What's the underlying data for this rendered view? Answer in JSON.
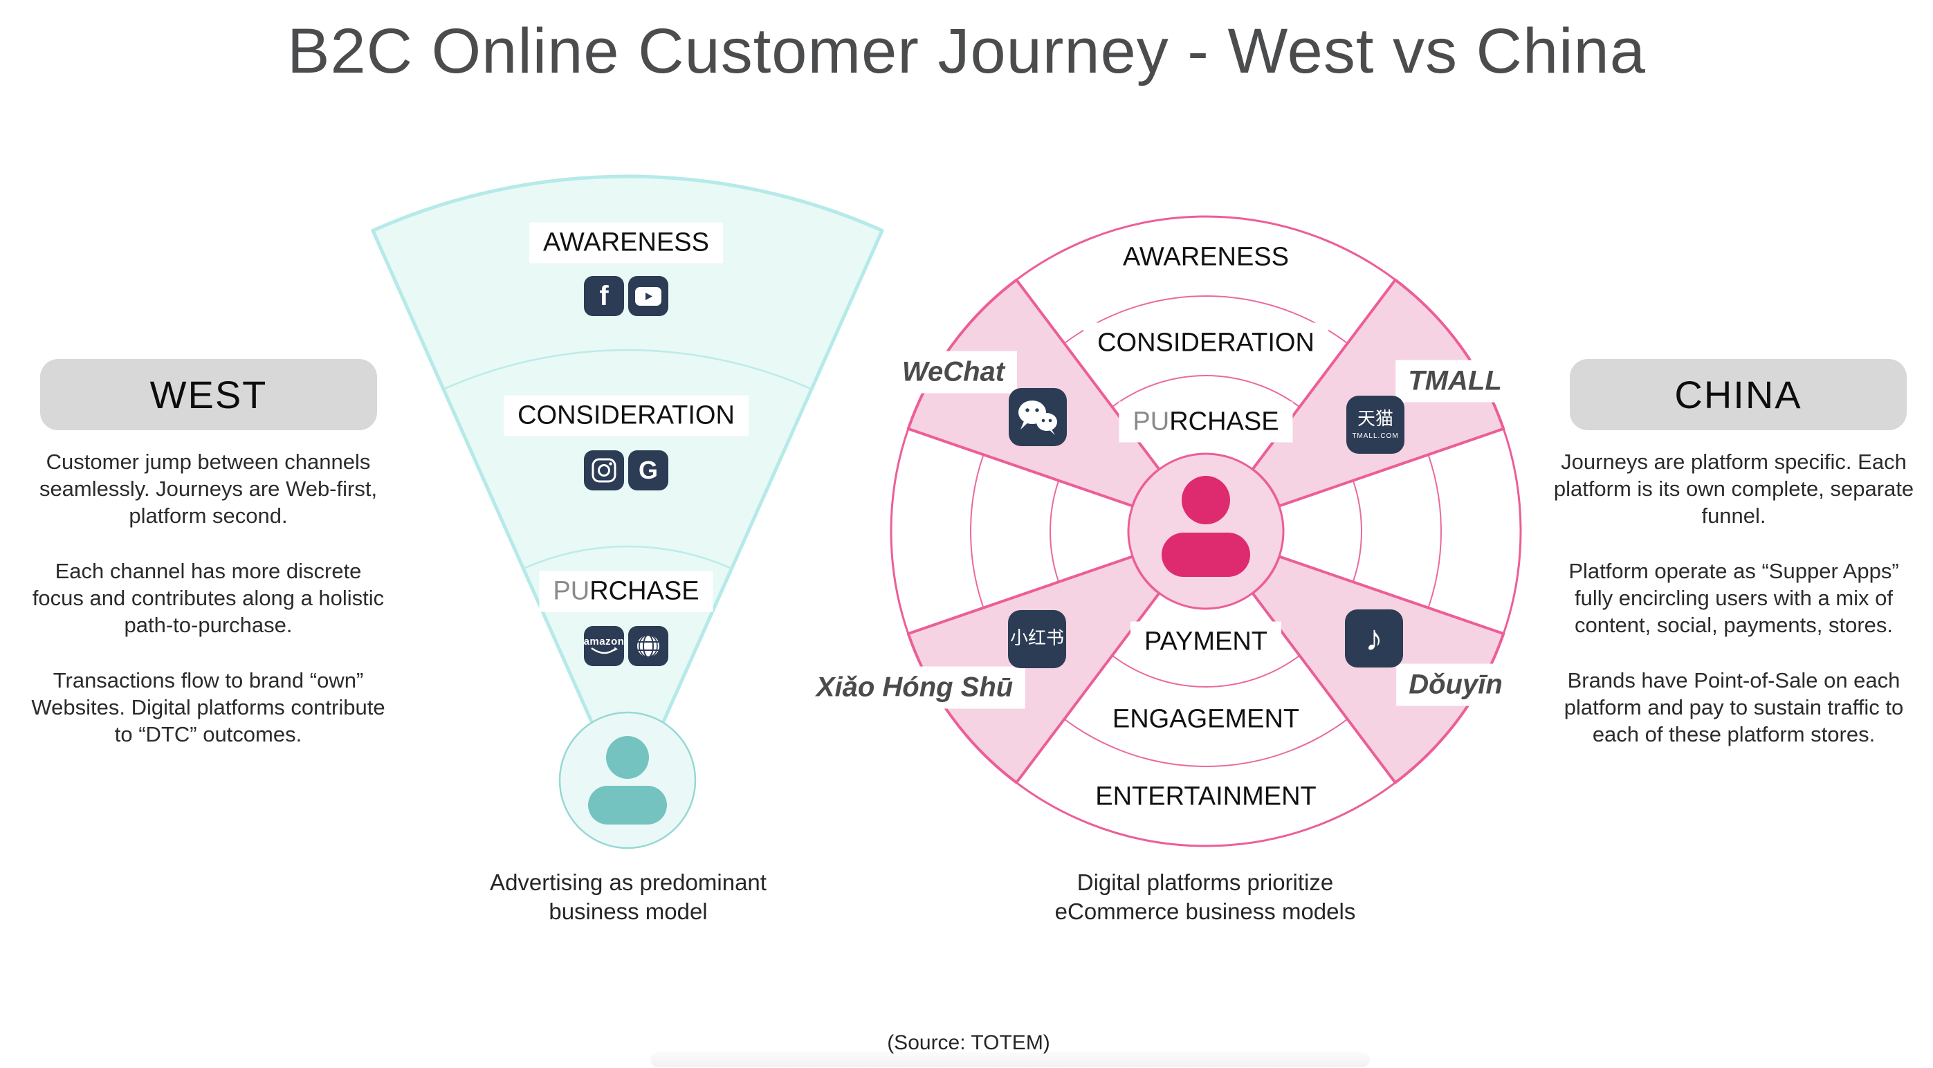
{
  "title": "B2C Online Customer Journey - West vs China",
  "source": "(Source: TOTEM)",
  "west": {
    "heading": "WEST",
    "p1": "Customer jump between channels seamlessly. Journeys are Web-first, platform second.",
    "p2": "Each channel has more discrete focus and contributes along a holistic path-to-purchase.",
    "p3": "Transactions flow to brand “own” Websites. Digital platforms contribute to “DTC” outcomes.",
    "caption_l1": "Advertising as predominant",
    "caption_l2": "business model"
  },
  "china": {
    "heading": "CHINA",
    "p1": "Journeys are platform specific. Each platform is its own complete, separate funnel.",
    "p2": "Platform operate as “Supper Apps” fully encircling users with a mix of content, social, payments, stores.",
    "p3": "Brands have Point-of-Sale on each platform and pay to sustain traffic to each of these platform stores.",
    "caption_l1": "Digital platforms prioritize",
    "caption_l2": "eCommerce business models"
  },
  "funnel": {
    "stage_awareness": "AWARENESS",
    "stage_consideration": "CONSIDERATION",
    "stage_purchase_prefix": "PU",
    "stage_purchase_suffix": "RCHASE",
    "amazon_label": "amazon"
  },
  "wheel": {
    "stage_awareness": "AWARENESS",
    "stage_consideration": "CONSIDERATION",
    "stage_purchase_prefix": "PU",
    "stage_purchase_suffix": "RCHASE",
    "stage_payment": "PAYMENT",
    "stage_engagement": "ENGAGEMENT",
    "stage_entertainment": "ENTERTAINMENT",
    "label_wechat": "WeChat",
    "label_tmall": "TMALL",
    "label_xiaohongshu": "Xiǎo Hóng Shū",
    "label_douyin": "Dǒuyīn",
    "tile_tmall_cjk": "天猫",
    "tile_tmall_sub": "TMALL.COM",
    "tile_xhs_cjk": "小红书"
  },
  "icons": {
    "facebook_f": "f",
    "google_g": "G",
    "douyin_note": "♪"
  },
  "colors": {
    "teal_fill": "#e8f9f6",
    "teal_border": "#b5eae9",
    "teal_person": "#74c3c1",
    "pink_wedge_fill": "#f6d3e2",
    "pink_border": "#ec5e97",
    "pink_person": "#de2a6e",
    "tile_navy": "#2c3c55",
    "panel_gray": "#d8d8d8",
    "title_gray": "#4b4c4e"
  }
}
